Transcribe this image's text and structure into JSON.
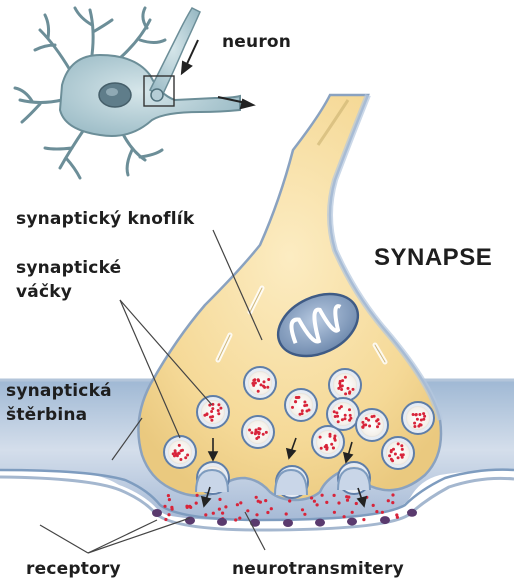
{
  "labels": {
    "neuron": "neuron",
    "synapse": "SYNAPSE",
    "button": "synaptický knoflík",
    "vesicles_1": "synaptické",
    "vesicles_2": "váčky",
    "cleft_1": "synaptická",
    "cleft_2": "štěrbina",
    "receptors": "receptory",
    "neurotransmitters": "neurotransmitery"
  },
  "colors": {
    "membrane_fill": "#f7dfa2",
    "membrane_edge": "#8aa2c0",
    "cleft_fill": "#c9d6e8",
    "neuron_fill": "#b5cdd6",
    "vesicle_dot": "#d8243a",
    "receptor": "#5a3a6e"
  }
}
